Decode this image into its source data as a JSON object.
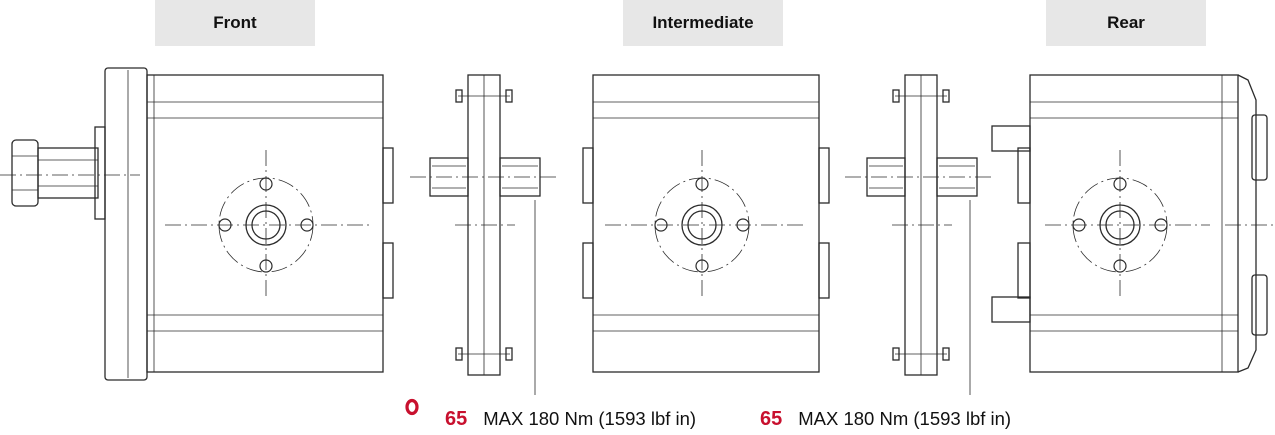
{
  "labels": {
    "front": "Front",
    "intermediate": "Intermediate",
    "rear": "Rear"
  },
  "torque": [
    {
      "code": "65",
      "text": "MAX 180 Nm (1593 lbf in)"
    },
    {
      "code": "65",
      "text": "MAX 180 Nm (1593 lbf in)"
    }
  ],
  "colors": {
    "label_background": "#e7e7e7",
    "code_red": "#c8102e",
    "line": "#2b2b2b"
  },
  "icons": {
    "oring_marker": "o-ring-icon"
  }
}
